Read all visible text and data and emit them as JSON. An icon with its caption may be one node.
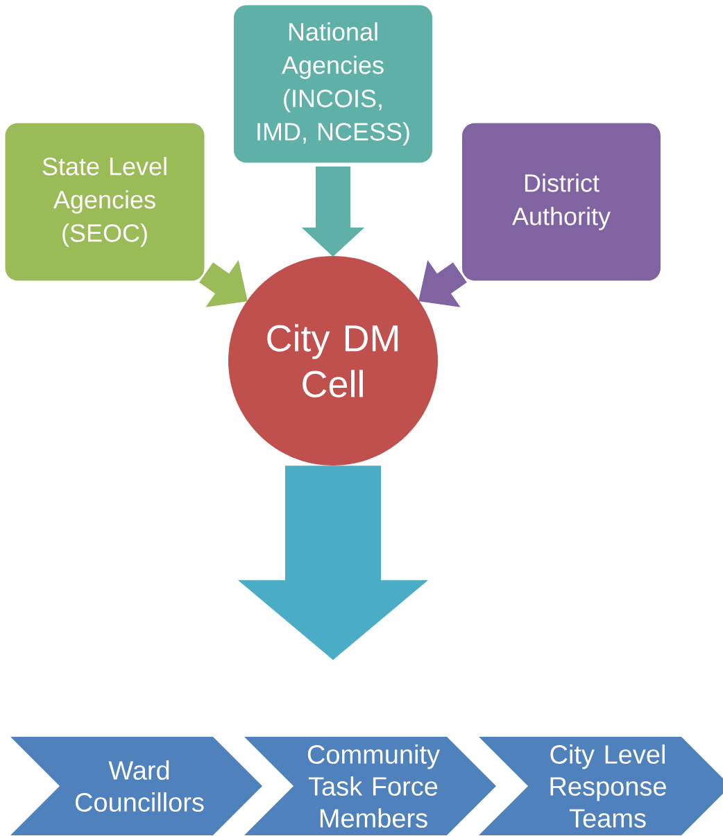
{
  "diagram": {
    "nodes": [
      {
        "text": [
          "State Level Agencies (SEOC)"
        ]
      },
      {
        "text": [
          "National Agencies (INCOIS, IMD, NCESS)"
        ]
      },
      {
        "text": [
          "District Authority"
        ]
      },
      {
        "text": [
          "City DM Cell"
        ]
      },
      {
        "text": [
          "Ward Councillors"
        ]
      },
      {
        "text": [
          "Community Task Force Members"
        ]
      },
      {
        "text": [
          "City  Level Response Teams"
        ]
      }
    ],
    "edges": [
      {
        "from": 0,
        "to": 3,
        "arrow": "to",
        "color": "#9bbb59"
      },
      {
        "from": 1,
        "to": 3,
        "arrow": "to",
        "color": "#5fb0a6"
      },
      {
        "from": 2,
        "to": 3,
        "arrow": "to",
        "color": "#8064a2"
      },
      {
        "from": 3,
        "to": null,
        "arrow": "to",
        "color": "#4bacc6"
      }
    ]
  }
}
